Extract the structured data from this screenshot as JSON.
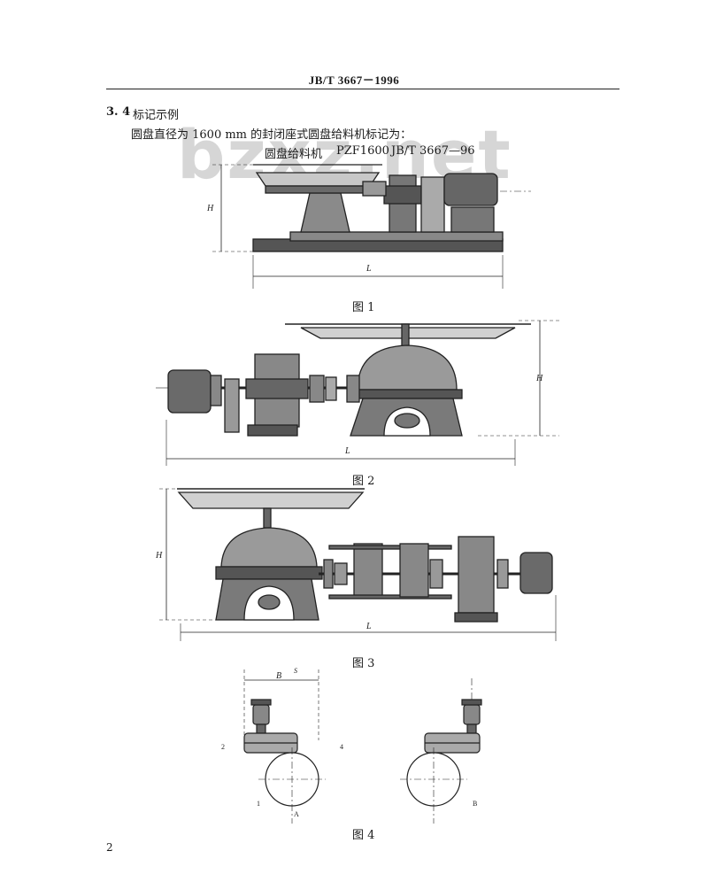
{
  "header": {
    "title": "JB/T  3667－1996"
  },
  "section": {
    "number": "3. 4",
    "title": "标记示例",
    "example": "圆盘直径为 1600 mm 的封闭座式圆盘给料机标记为：",
    "mark_name": "圆盘给料机",
    "mark_code": "PZF1600",
    "mark_std": "JB/T  3667—96"
  },
  "watermark": "bzxz.net",
  "figures": {
    "fig1": {
      "caption": "图 1",
      "dim_h": "H",
      "dim_l": "L"
    },
    "fig2": {
      "caption": "图 2",
      "dim_h": "H",
      "dim_l": "L"
    },
    "fig3": {
      "caption": "图 3",
      "dim_h": "H",
      "dim_l": "L"
    },
    "fig4": {
      "caption": "图 4",
      "dim_b": "B",
      "dim_s": "S",
      "label_2": "2",
      "label_4": "4",
      "label_1": "1",
      "label_a": "A",
      "label_b": "B"
    }
  },
  "page_number": "2"
}
